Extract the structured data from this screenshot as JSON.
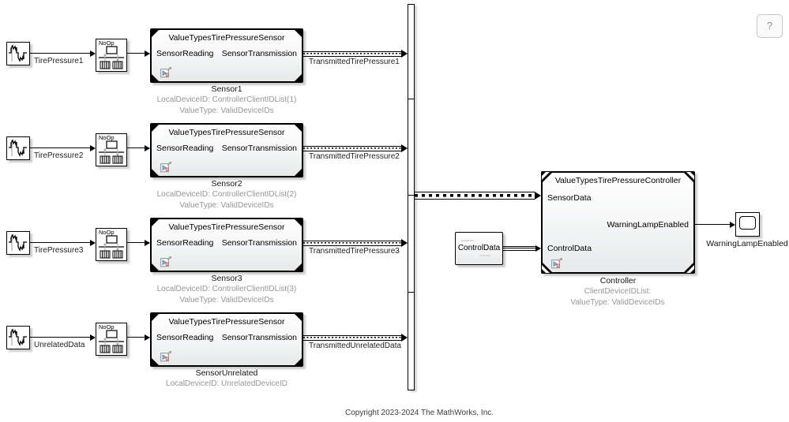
{
  "window": {
    "help_button_label": "?"
  },
  "icons": {
    "source": "waveform-icon",
    "noop": "noop-buffer-icon",
    "badge": "model-reference-badge-icon",
    "lamp": "lamp-display-icon"
  },
  "sensor_block": {
    "title": "ValueTypesTirePressureSensor",
    "input_port": "SensorReading",
    "output_port": "SensorTransmission",
    "noop_label": "NoOp"
  },
  "rows": [
    {
      "source_label": "TirePressure1",
      "signal_label": "TransmittedTirePressure1",
      "name": "Sensor1",
      "annotation1": "LocalDeviceID: ControllerClientIDList(1)",
      "annotation2": "ValueType: ValidDeviceIDs"
    },
    {
      "source_label": "TirePressure2",
      "signal_label": "TransmittedTirePressure2",
      "name": "Sensor2",
      "annotation1": "LocalDeviceID: ControllerClientIDList(2)",
      "annotation2": "ValueType: ValidDeviceIDs"
    },
    {
      "source_label": "TirePressure3",
      "signal_label": "TransmittedTirePressure3",
      "name": "Sensor3",
      "annotation1": "LocalDeviceID: ControllerClientIDList(3)",
      "annotation2": "ValueType: ValidDeviceIDs"
    },
    {
      "source_label": "UnrelatedData",
      "signal_label": "TransmittedUnrelatedData",
      "name": "SensorUnrelated",
      "annotation1": "LocalDeviceID: UnrelatedDeviceID",
      "annotation2": ""
    }
  ],
  "controller": {
    "title": "ValueTypesTirePressureController",
    "input_port_top": "SensorData",
    "input_port_bottom": "ControlData",
    "output_port": "WarningLampEnabled",
    "name": "Controller",
    "annotation1": "ClientDeviceIDList:",
    "annotation2": "ValueType: ValidDeviceIDs"
  },
  "control_source": {
    "label": "ControlData"
  },
  "lamp": {
    "label": "WarningLampEnabled"
  },
  "footer": {
    "copyright": "Copyright 2023-2024 The MathWorks, Inc."
  },
  "colors": {
    "block_border": "#000000",
    "annotation_text": "#969696",
    "badge_blue": "#8cb0dc",
    "badge_red": "#efb0a9",
    "help_text": "#8c8c8c"
  }
}
